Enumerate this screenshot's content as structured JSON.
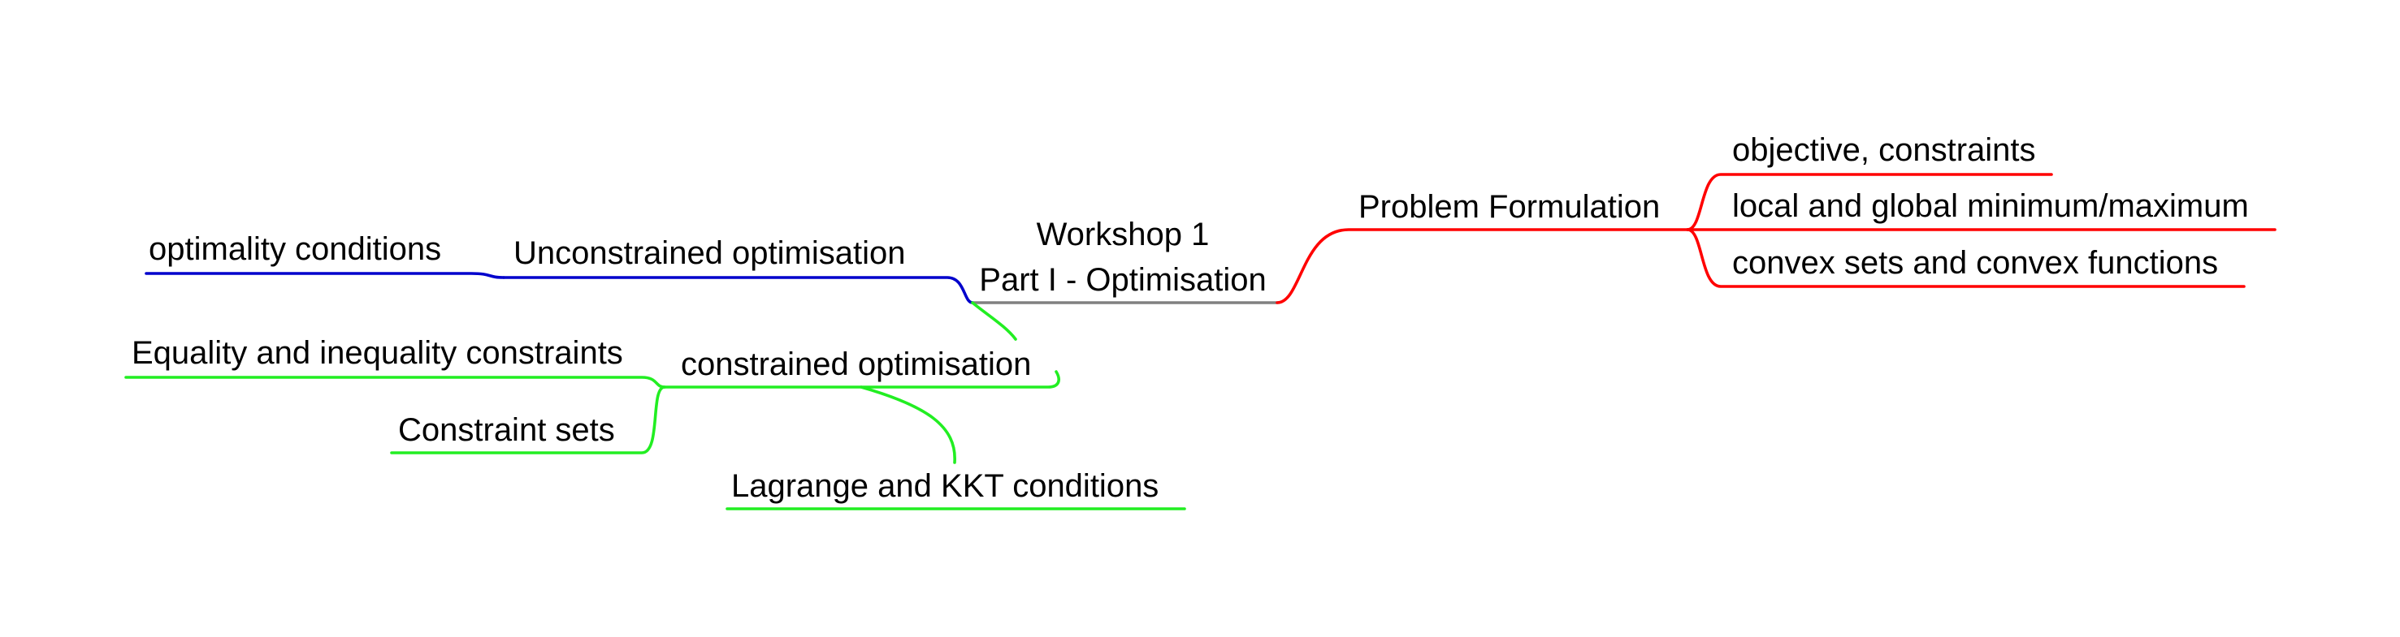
{
  "colors": {
    "root_line": "#808080",
    "problem_formulation": "#ff0000",
    "unconstrained": "#0000cc",
    "constrained": "#22ee22"
  },
  "root": {
    "line1": "Workshop 1",
    "line2": "Part I - Optimisation"
  },
  "branches": {
    "problem_formulation": {
      "label": "Problem Formulation",
      "children": [
        "objective, constraints",
        "local and global minimum/maximum",
        "convex sets and convex functions"
      ]
    },
    "unconstrained": {
      "label": "Unconstrained optimisation",
      "children": [
        "optimality conditions"
      ]
    },
    "constrained": {
      "label": "constrained optimisation",
      "children": [
        "Equality and inequality constraints",
        "Constraint sets",
        "Lagrange and KKT conditions"
      ]
    }
  }
}
